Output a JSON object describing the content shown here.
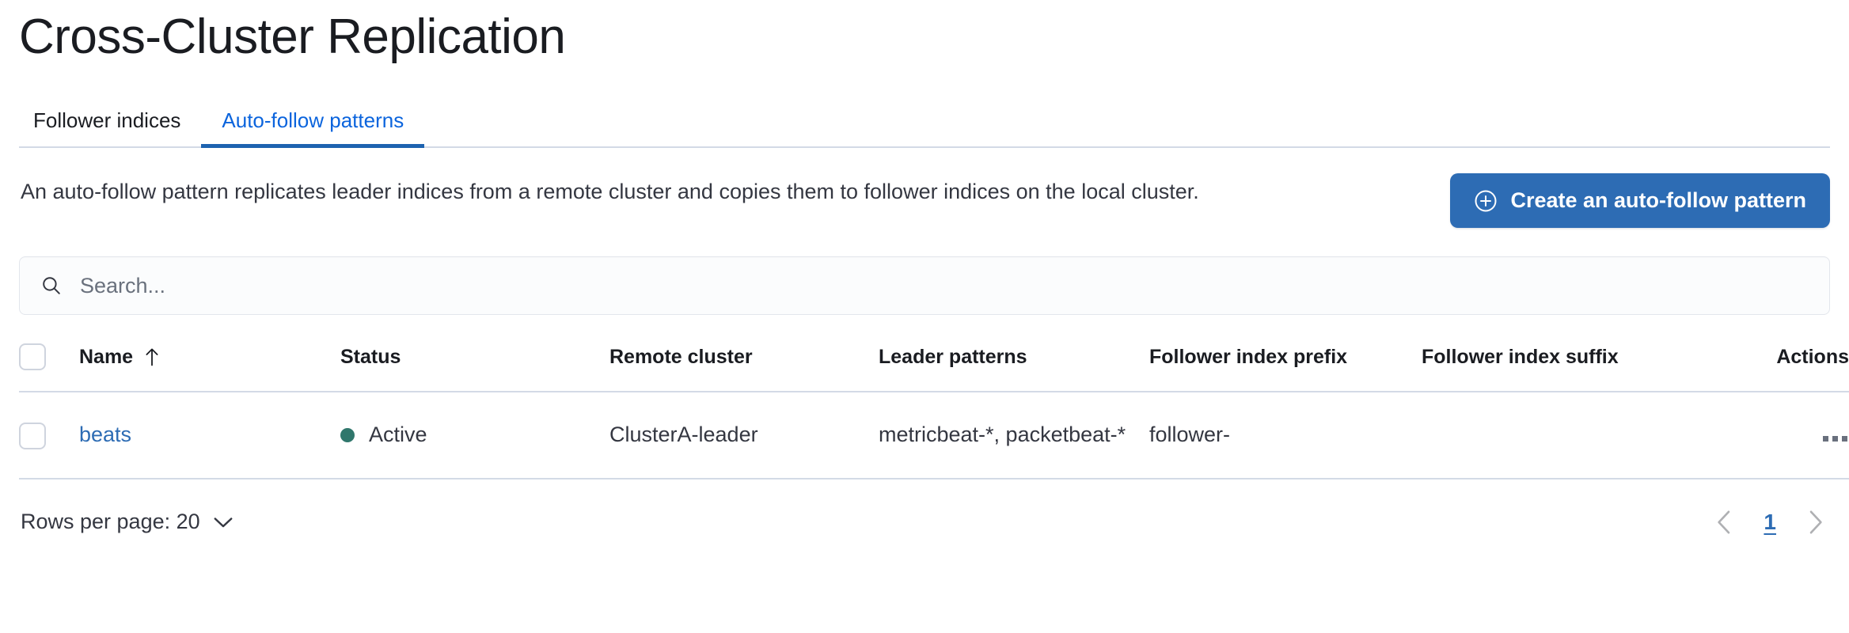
{
  "page": {
    "title": "Cross-Cluster Replication"
  },
  "tabs": [
    {
      "label": "Follower indices",
      "active": false
    },
    {
      "label": "Auto-follow patterns",
      "active": true
    }
  ],
  "description": {
    "text": "An auto-follow pattern replicates leader indices from a remote cluster and copies them to follower indices on the local cluster."
  },
  "toolbar": {
    "create_label": "Create an auto-follow pattern",
    "create_icon": "plus-in-circle-icon",
    "accent_color": "#2d6cb4"
  },
  "search": {
    "value": "",
    "placeholder": "Search...",
    "icon": "search-icon"
  },
  "table": {
    "columns": [
      {
        "key": "select",
        "label": ""
      },
      {
        "key": "name",
        "label": "Name",
        "sort": "asc",
        "sort_icon": "arrow-up-icon"
      },
      {
        "key": "status",
        "label": "Status"
      },
      {
        "key": "remote_cluster",
        "label": "Remote cluster"
      },
      {
        "key": "leader_patterns",
        "label": "Leader patterns"
      },
      {
        "key": "follower_index_prefix",
        "label": "Follower index prefix"
      },
      {
        "key": "follower_index_suffix",
        "label": "Follower index suffix"
      },
      {
        "key": "actions",
        "label": "Actions"
      }
    ],
    "rows": [
      {
        "name": "beats",
        "status": "Active",
        "status_color": "#30776c",
        "remote_cluster": "ClusterA-leader",
        "leader_patterns": "metricbeat-*, packetbeat-*",
        "follower_index_prefix": "follower-",
        "follower_index_suffix": "",
        "actions_icon": "ellipsis-horizontal-icon"
      }
    ]
  },
  "footer": {
    "rows_per_page_label": "Rows per page: 20",
    "rows_per_page_value": "20",
    "chevron_icon": "chevron-down-icon",
    "pagination": {
      "prev_icon": "chevron-left-icon",
      "next_icon": "chevron-right-icon",
      "current_page": "1"
    }
  }
}
